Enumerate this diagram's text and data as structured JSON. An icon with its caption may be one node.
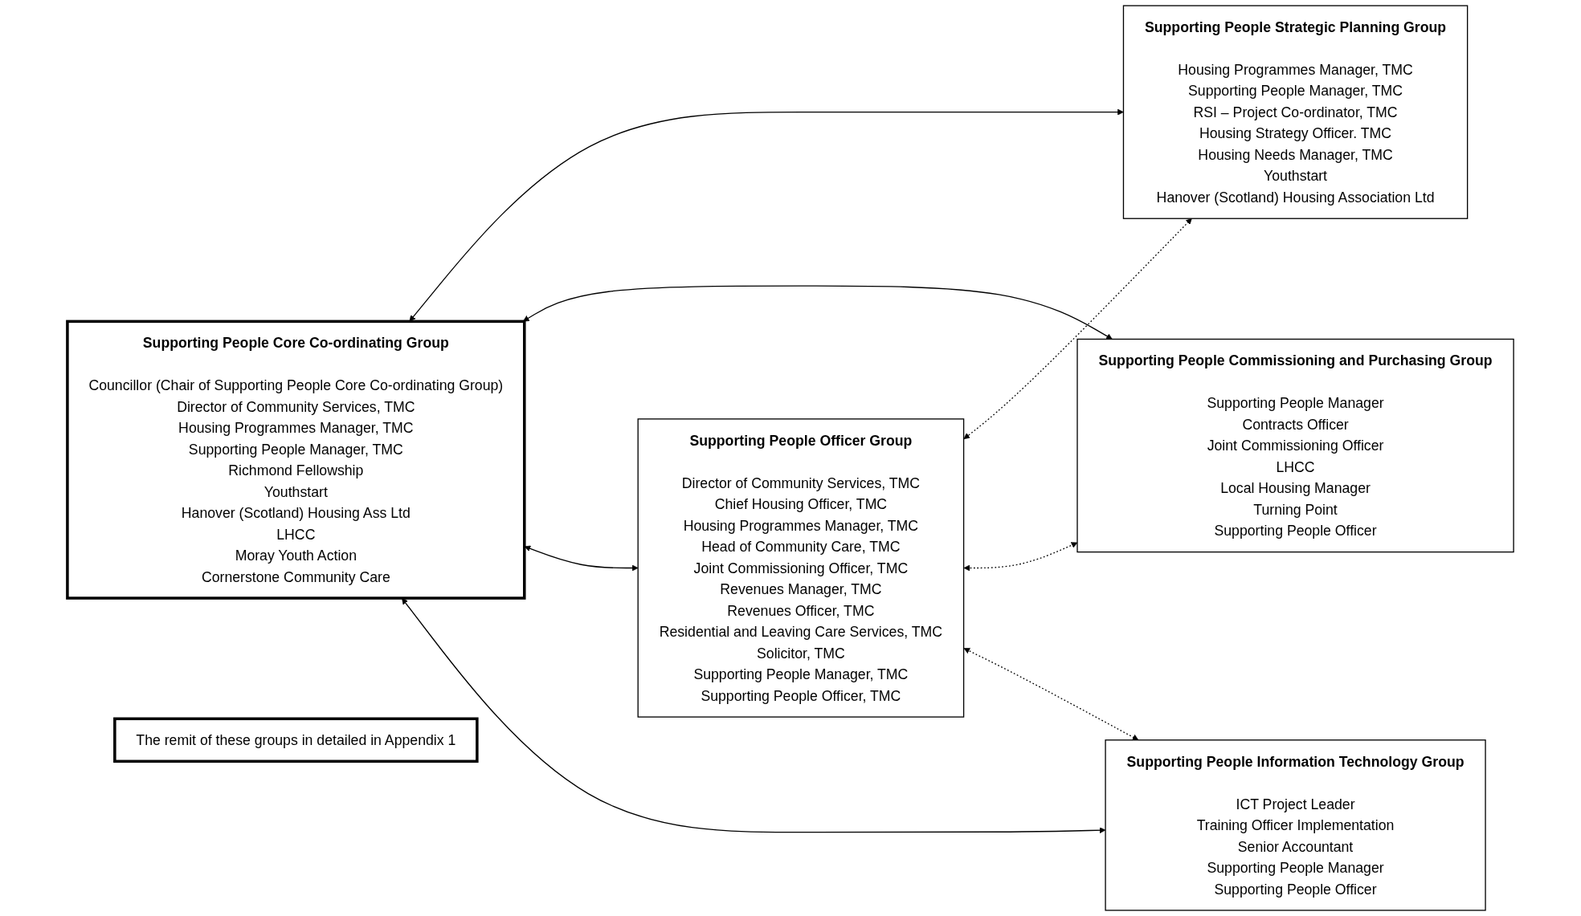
{
  "diagram": {
    "nodes": [
      {
        "text": [
          "Supporting People Core Co-ordinating Group",
          "Councillor (Chair of Supporting People Core Co-ordinating Group)",
          "Director of Community Services, TMC",
          "Housing Programmes Manager, TMC",
          "Supporting People Manager, TMC",
          "Richmond Fellowship",
          "Youthstart",
          "Hanover (Scotland) Housing Ass Ltd",
          "LHCC",
          "Moray Youth Action",
          "Cornerstone Community Care"
        ]
      },
      {
        "text": [
          "Supporting People Strategic Planning Group",
          "Housing Programmes Manager, TMC",
          "Supporting People Manager, TMC",
          "RSI – Project Co-ordinator, TMC",
          "Housing Strategy Officer. TMC",
          "Housing Needs Manager, TMC",
          "Youthstart",
          "Hanover (Scotland) Housing Association Ltd"
        ]
      },
      {
        "text": [
          "Supporting People Commissioning and Purchasing Group",
          "Supporting People Manager",
          "Contracts Officer",
          "Joint Commissioning Officer",
          "LHCC",
          "Local Housing Manager",
          "Turning Point",
          "Supporting People Officer"
        ]
      },
      {
        "text": [
          "Supporting People Officer Group",
          "Director of Community Services, TMC",
          "Chief Housing Officer, TMC",
          "Housing Programmes Manager, TMC",
          "Head of Community Care, TMC",
          "Joint Commissioning Officer, TMC",
          "Revenues Manager, TMC",
          "Revenues Officer, TMC",
          "Residential and Leaving Care Services, TMC",
          "Solicitor, TMC",
          "Supporting People Manager, TMC",
          "Supporting People Officer, TMC"
        ]
      },
      {
        "text": [
          "Supporting People Information Technology Group",
          "ICT Project Leader",
          "Training Officer Implementation",
          "Senior Accountant",
          "Supporting People Manager",
          "Supporting People Officer"
        ]
      },
      {
        "text": [
          "The remit of these groups in detailed in Appendix 1"
        ]
      }
    ],
    "edges": [
      {
        "from": 0,
        "to": 1,
        "arrow": "both"
      },
      {
        "from": 0,
        "to": 2,
        "arrow": "both"
      },
      {
        "from": 3,
        "to": 1,
        "arrow": "both",
        "style": "dashed"
      },
      {
        "from": 0,
        "to": 3,
        "arrow": "both"
      },
      {
        "from": 0,
        "to": 4,
        "arrow": "both"
      },
      {
        "from": 3,
        "to": 2,
        "arrow": "both",
        "style": "dashed"
      },
      {
        "from": 3,
        "to": 4,
        "arrow": "both",
        "style": "dashed"
      }
    ]
  }
}
